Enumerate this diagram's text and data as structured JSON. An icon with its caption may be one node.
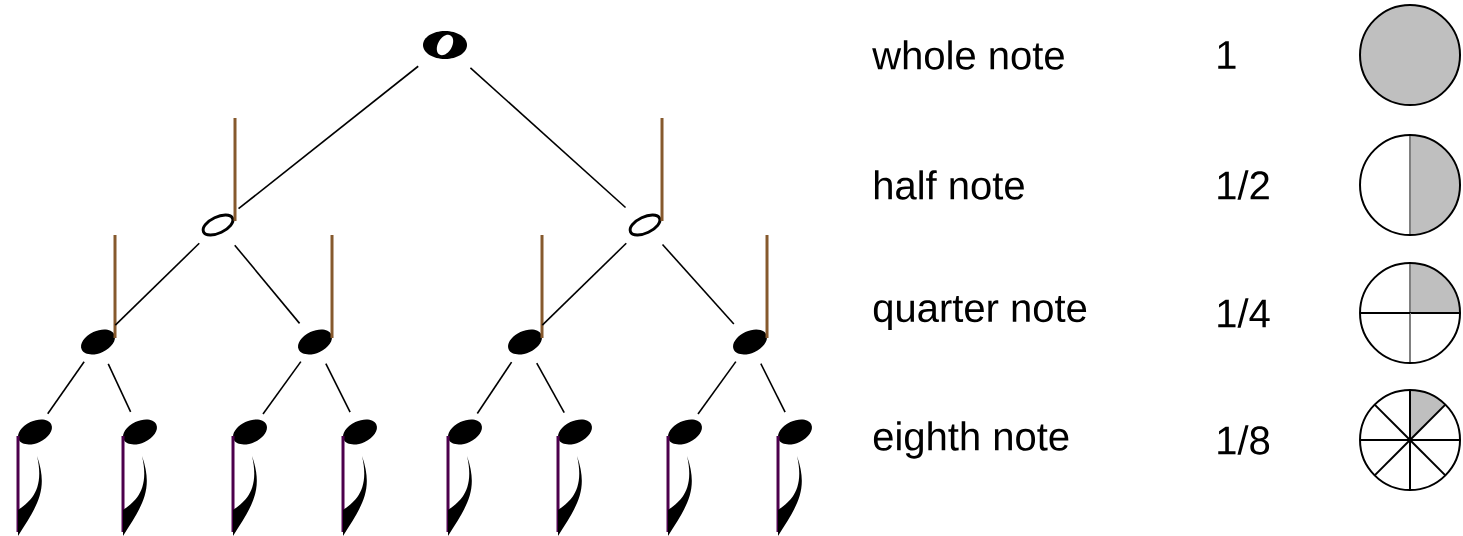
{
  "diagram": {
    "nodes": [
      {
        "text": [],
        "shape": "picture"
      },
      {
        "text": [],
        "shape": "picture"
      },
      {
        "text": [],
        "shape": "picture"
      },
      {
        "text": [],
        "shape": "picture"
      },
      {
        "text": [],
        "shape": "picture"
      },
      {
        "text": [],
        "shape": "picture"
      },
      {
        "text": [],
        "shape": "picture"
      },
      {
        "text": [],
        "shape": "picture"
      },
      {
        "text": [],
        "shape": "picture"
      },
      {
        "text": [],
        "shape": "picture"
      },
      {
        "text": [],
        "shape": "picture"
      },
      {
        "text": [],
        "shape": "picture"
      },
      {
        "text": [],
        "shape": "picture"
      },
      {
        "text": [],
        "shape": "picture"
      },
      {
        "text": [],
        "shape": "picture"
      }
    ],
    "edges": [
      {
        "from": 0,
        "to": 1,
        "arrow": "none"
      },
      {
        "from": 0,
        "to": 2,
        "arrow": "none"
      },
      {
        "from": 1,
        "to": 3,
        "arrow": "none"
      },
      {
        "from": 1,
        "to": 4,
        "arrow": "none"
      },
      {
        "from": 2,
        "to": 5,
        "arrow": "none"
      },
      {
        "from": 2,
        "to": 6,
        "arrow": "none"
      },
      {
        "from": 3,
        "to": 7,
        "arrow": "none"
      },
      {
        "from": 3,
        "to": 8,
        "arrow": "none"
      },
      {
        "from": 4,
        "to": 9,
        "arrow": "none"
      },
      {
        "from": 4,
        "to": 10,
        "arrow": "none"
      },
      {
        "from": 5,
        "to": 11,
        "arrow": "none"
      },
      {
        "from": 5,
        "to": 12,
        "arrow": "none"
      },
      {
        "from": 6,
        "to": 13,
        "arrow": "none"
      },
      {
        "from": 6,
        "to": 14,
        "arrow": "none"
      }
    ],
    "labels": [
      "whole note",
      "1",
      "half note",
      "1/2",
      "quarter note",
      "1/4",
      "eighth note",
      "1/8"
    ]
  }
}
